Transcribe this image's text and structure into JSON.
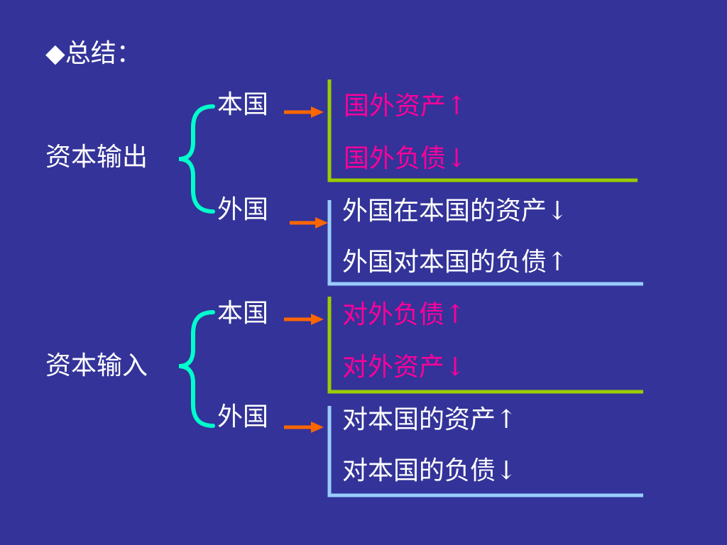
{
  "slide": {
    "heading_bullet": "◆",
    "heading": "总结：",
    "colors": {
      "background": "#333399",
      "brace": "#00ffcc",
      "arrow": "#ff6600",
      "highlight": "#ff0099",
      "box_green": "#99cc00",
      "box_blue": "#99ccff"
    },
    "outflow": {
      "label": "资本输出",
      "home": {
        "label": "本国",
        "effects": [
          "国外资产↑",
          "国外负债↓"
        ]
      },
      "foreign": {
        "label": "外国",
        "effects": [
          "外国在本国的资产↓",
          "外国对本国的负债↑"
        ]
      }
    },
    "inflow": {
      "label": "资本输入",
      "home": {
        "label": "本国",
        "effects": [
          "对外负债↑",
          "对外资产↓"
        ]
      },
      "foreign": {
        "label": "外国",
        "effects": [
          "对本国的资产↑",
          "对本国的负债↓"
        ]
      }
    }
  }
}
